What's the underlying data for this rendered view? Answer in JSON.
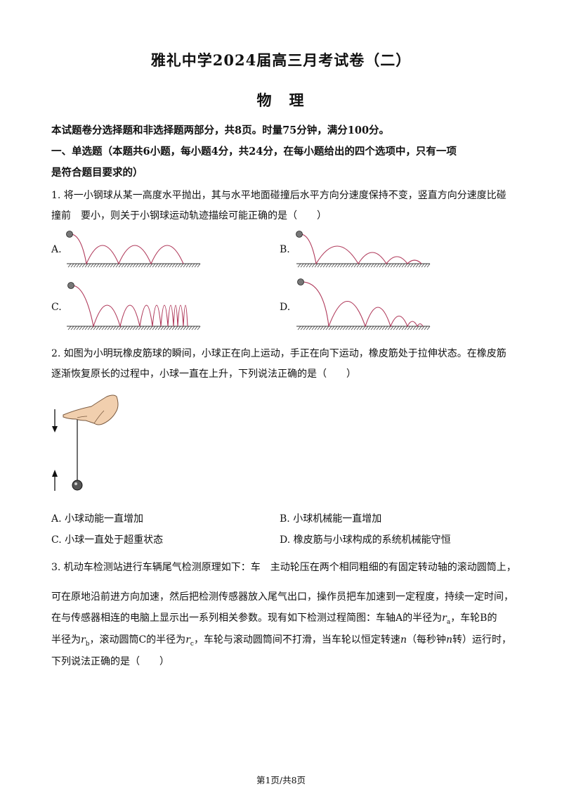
{
  "header": {
    "title": "雅礼中学2024届高三月考试卷（二）",
    "subject": "物　理"
  },
  "intro": "本试题卷分选择题和非选择题两部分，共8页。时量75分钟，满分100分。",
  "section1": {
    "heading_line1": "一、单选题（本题共6小题，每小题4分，共24分，在每小题给出的四个选项中，只有一项",
    "heading_line2": "是符合题目要求的）"
  },
  "q1": {
    "line1": "1. 将一小钢球从某一高度水平抛出，其与水平地面碰撞后水平方向分速度保持不变，竖直方向分速度比碰",
    "line2": "撞前　要小，则关于小钢球运动轨迹描绘可能正确的是（　　）",
    "options": [
      "A.",
      "B.",
      "C.",
      "D."
    ]
  },
  "q2": {
    "line1": "2. 如图为小明玩橡皮筋球的瞬间，小球正在向上运动，手正在向下运动，橡皮筋处于拉伸状态。在橡皮筋",
    "line2": "逐渐恢复原长的过程中，小球一直在上升，下列说法正确的是（　　）",
    "choices": {
      "a": "A. 小球动能一直增加",
      "b": "B. 小球机械能一直增加",
      "c": "C. 小球一直处于超重状态",
      "d": "D. 橡皮筋与小球构成的系统机械能守恒"
    }
  },
  "q3": {
    "line1": "3. 机动车检测站进行车辆尾气检测原理如下：车　主动轮压在两个相同粗细的有固定转动轴的滚动圆筒上，",
    "line2": "可在原地沿前进方向加速，然后把检测传感器放入尾气出口，操作员把车加速到一定程度，持续一定时间，",
    "line3a": "在与传感器相连的电脑上显示出一系列相关参数。现有如下检测过程简图：车轴A的半径为",
    "line3b": "，车轮B的",
    "var_ra": "r",
    "sub_a": "a",
    "line4a": "半径为",
    "var_rb": "r",
    "sub_b": "b",
    "line4b": "，滚动圆筒C的半径为",
    "var_rc": "r",
    "sub_c": "c",
    "line4c": "，车轮与滚动圆筒间不打滑，当车轮以恒定转速",
    "var_n": "n",
    "line4d": "（每秒钟",
    "var_n2": "n",
    "line4e": "转）运行时，",
    "line5": "下列说法正确的是（　　）"
  },
  "footer": "第1页/共8页"
}
